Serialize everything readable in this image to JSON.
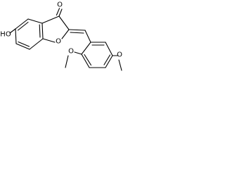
{
  "structure": {
    "atoms": {
      "carbonyl_oxygen": "O",
      "hydroxyl": "HO",
      "ring_oxygen": "O",
      "methoxy_ortho_oxygen": "O",
      "methoxy_para_oxygen": "O"
    },
    "colors": {
      "bond": "#000000",
      "label": "#000000",
      "background": "#ffffff"
    }
  }
}
